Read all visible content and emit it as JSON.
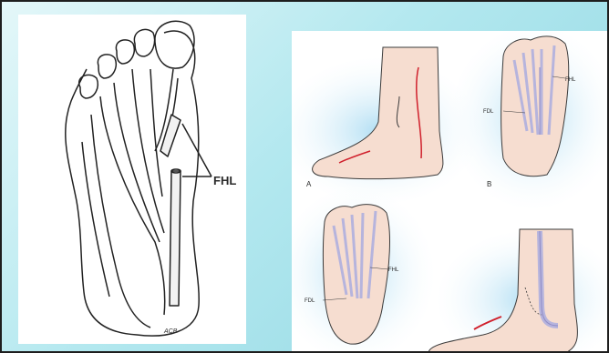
{
  "left_panel": {
    "tendon_label": "FHL",
    "artist_initials": "ACB"
  },
  "right_panel": {
    "panel_a": {
      "letter": "A"
    },
    "panel_b": {
      "letter": "B",
      "label_fhl": "FHL",
      "label_fdl": "FDL"
    },
    "panel_c": {
      "label_fhl": "FHL",
      "label_fdl": "FDL"
    }
  },
  "colors": {
    "background": "#b3e8ef",
    "skin": "#f6ddd0",
    "tendon": "#b6b4dd",
    "incision": "#d0202c"
  }
}
